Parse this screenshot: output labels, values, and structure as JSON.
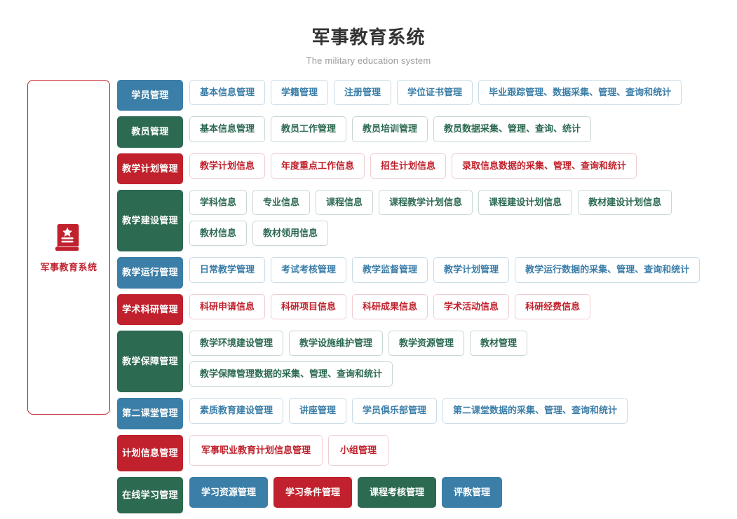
{
  "header": {
    "title": "军事教育系统",
    "subtitle": "The military education system"
  },
  "sidebar": {
    "icon": "book-star-icon",
    "label": "军事教育系统",
    "border_color": "#c0212c"
  },
  "colors": {
    "blue": "#3b7ea8",
    "green": "#2c6a51",
    "red": "#c0212c",
    "title": "#333333",
    "subtitle": "#9a9a9a"
  },
  "rows": [
    {
      "head": "学员管理",
      "color": "blue",
      "style": "outline",
      "items": [
        "基本信息管理",
        "学籍管理",
        "注册管理",
        "学位证书管理",
        "毕业跟踪管理、数据采集、管理、查询和统计"
      ]
    },
    {
      "head": "教员管理",
      "color": "green",
      "style": "outline",
      "items": [
        "基本信息管理",
        "教员工作管理",
        "教员培训管理",
        "教员数据采集、管理、查询、统计"
      ]
    },
    {
      "head": "教学计划管理",
      "color": "red",
      "style": "outline",
      "items": [
        "教学计划信息",
        "年度重点工作信息",
        "招生计划信息",
        "录取信息数据的采集、管理、查询和统计"
      ]
    },
    {
      "head": "教学建设管理",
      "color": "green",
      "style": "outline",
      "items": [
        "学科信息",
        "专业信息",
        "课程信息",
        "课程教学计划信息",
        "课程建设计划信息",
        "教材建设计划信息",
        "教材信息",
        "教材领用信息"
      ]
    },
    {
      "head": "教学运行管理",
      "color": "blue",
      "style": "outline",
      "items": [
        "日常教学管理",
        "考试考核管理",
        "教学监督管理",
        "教学计划管理",
        "教学运行数据的采集、管理、查询和统计"
      ]
    },
    {
      "head": "学术科研管理",
      "color": "red",
      "style": "outline",
      "items": [
        "科研申请信息",
        "科研项目信息",
        "科研成果信息",
        "学术活动信息",
        "科研经费信息"
      ]
    },
    {
      "head": "教学保障管理",
      "color": "green",
      "style": "outline",
      "items": [
        "教学环境建设管理",
        "教学设施维护管理",
        "教学资源管理",
        "教材管理",
        "教学保障管理数据的采集、管理、查询和统计"
      ]
    },
    {
      "head": "第二课堂管理",
      "color": "blue",
      "style": "outline",
      "items": [
        "素质教育建设管理",
        "讲座管理",
        "学员俱乐部管理",
        "第二课堂数据的采集、管理、查询和统计"
      ]
    },
    {
      "head": "计划信息管理",
      "color": "red",
      "style": "outline",
      "tall": true,
      "items": [
        "军事职业教育计划信息管理",
        "小组管理"
      ]
    },
    {
      "head": "在线学习管理",
      "color": "green",
      "style": "filled",
      "tall": true,
      "items": [
        {
          "label": "学习资源管理",
          "color": "blue"
        },
        {
          "label": "学习条件管理",
          "color": "red"
        },
        {
          "label": "课程考核管理",
          "color": "green"
        },
        {
          "label": "评教管理",
          "color": "blue"
        }
      ]
    }
  ]
}
